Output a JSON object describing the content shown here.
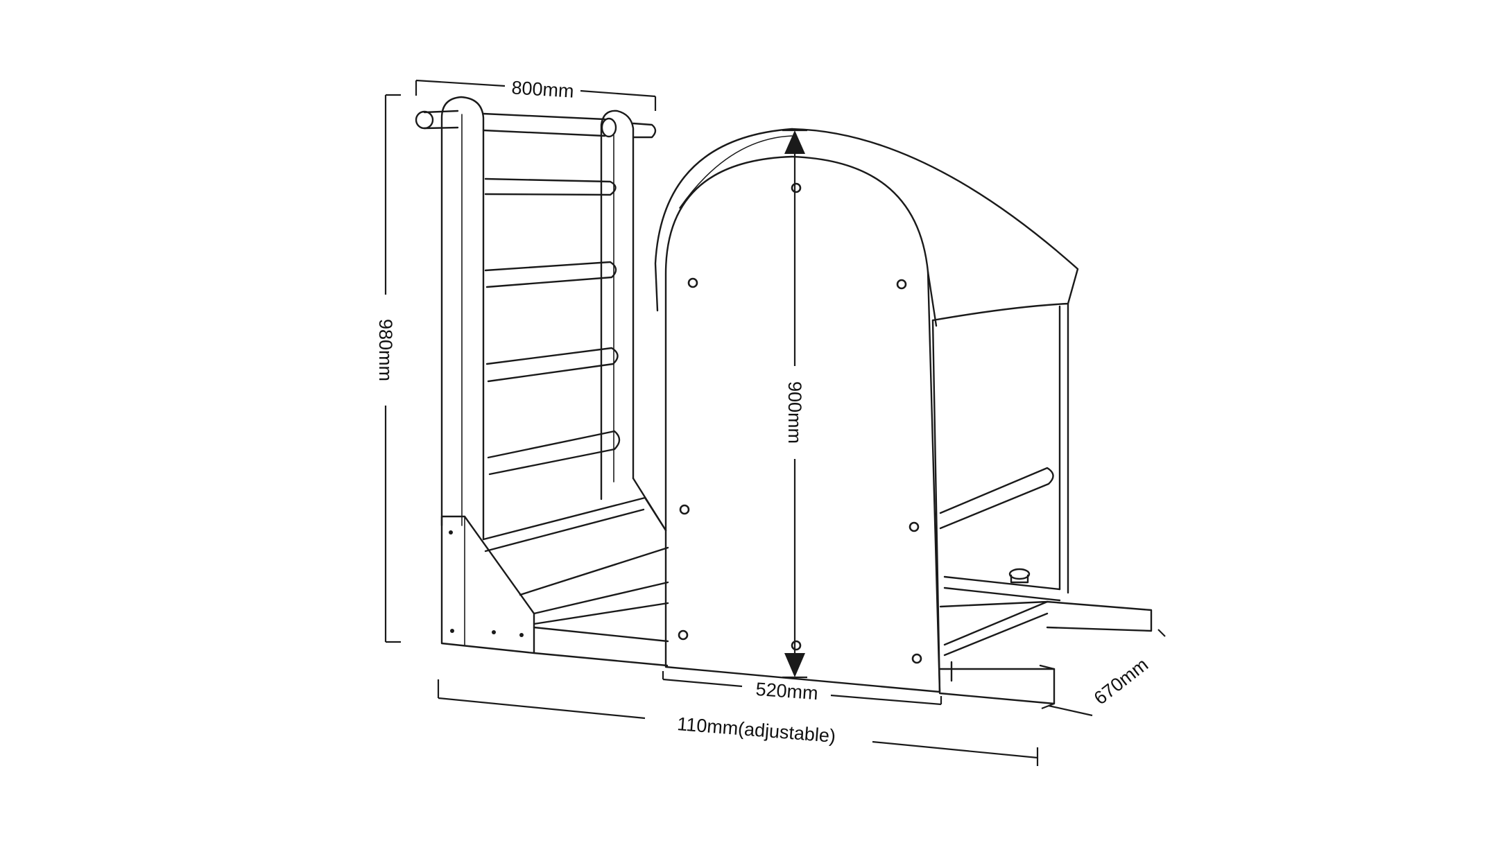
{
  "dimensions": {
    "ladder_width": "800mm",
    "total_height": "980mm",
    "barrel_height": "900mm",
    "barrel_width": "520mm",
    "total_length": "110mm(adjustable)",
    "depth": "670mm"
  },
  "colors": {
    "line": "#1a1a1a",
    "background": "#ffffff"
  }
}
